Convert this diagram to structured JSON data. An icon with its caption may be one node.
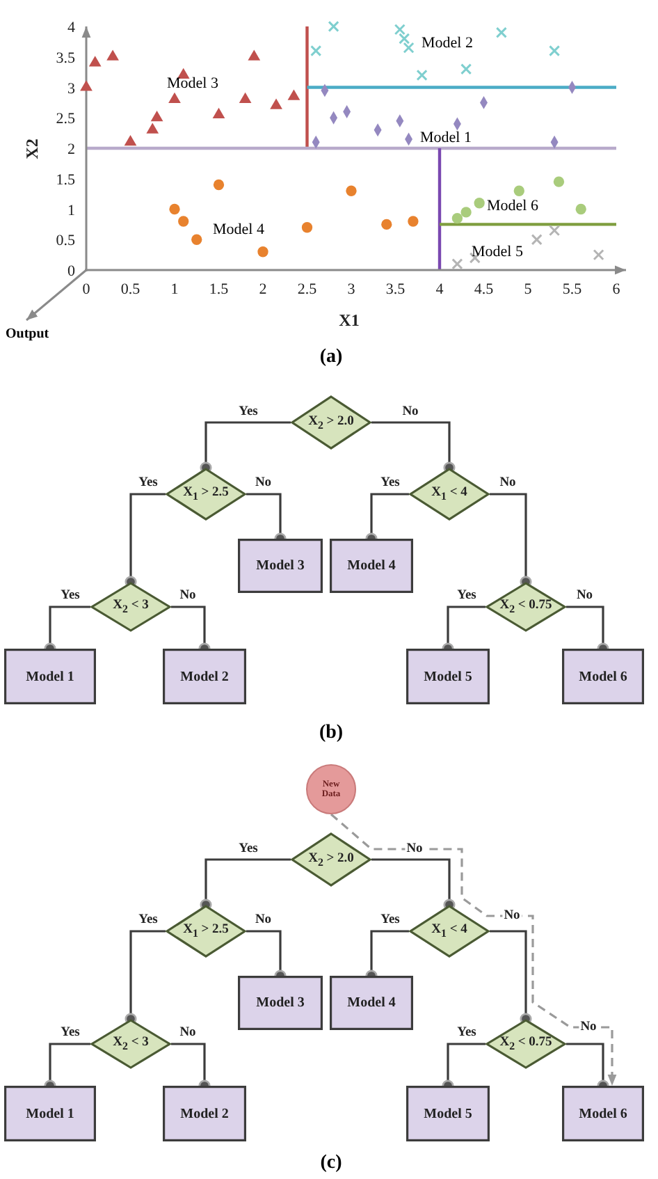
{
  "diagram": {
    "nodes": [
      {
        "text": [
          "X$_{2}$ > 2.0"
        ]
      },
      {
        "text": [
          "X$_{1}$ > 2.5"
        ]
      },
      {
        "text": [
          "X$_{1}$ < 4"
        ]
      },
      {
        "text": [
          "X$_{2}$ < 3"
        ]
      },
      {
        "text": [
          "Model 3"
        ]
      },
      {
        "text": [
          "Model 4"
        ]
      },
      {
        "text": [
          "X$_{2}$ < 0.75"
        ]
      },
      {
        "text": [
          "Model 1"
        ]
      },
      {
        "text": [
          "Model 2"
        ]
      },
      {
        "text": [
          "Model 5"
        ]
      },
      {
        "text": [
          "Model 6"
        ]
      },
      {
        "text": [
          "New Data"
        ]
      },
      {
        "text": [
          "X$_{2}$ > 2.0"
        ]
      },
      {
        "text": [
          "X$_{1}$ > 2.5"
        ]
      },
      {
        "text": [
          "X$_{1}$ < 4"
        ]
      },
      {
        "text": [
          "X$_{2}$ < 3"
        ]
      },
      {
        "text": [
          "Model 3"
        ]
      },
      {
        "text": [
          "Model 4"
        ]
      },
      {
        "text": [
          "X$_{2}$ < 0.75"
        ]
      },
      {
        "text": [
          "Model 1"
        ]
      },
      {
        "text": [
          "Model 2"
        ]
      },
      {
        "text": [
          "Model 5"
        ]
      },
      {
        "text": [
          "Model 6"
        ]
      }
    ],
    "edges": [
      {
        "from": 0,
        "to": 1,
        "arrow": "other",
        "label": "Yes"
      },
      {
        "from": 0,
        "to": 2,
        "arrow": "other",
        "label": "No"
      },
      {
        "from": 1,
        "to": 3,
        "arrow": "other",
        "label": "Yes"
      },
      {
        "from": 1,
        "to": 4,
        "arrow": "other",
        "label": "No"
      },
      {
        "from": 2,
        "to": 5,
        "arrow": "other",
        "label": "Yes"
      },
      {
        "from": 2,
        "to": 6,
        "arrow": "other",
        "label": "No"
      },
      {
        "from": 3,
        "to": 7,
        "arrow": "other",
        "label": "Yes"
      },
      {
        "from": 3,
        "to": 8,
        "arrow": "other",
        "label": "No"
      },
      {
        "from": 6,
        "to": 9,
        "arrow": "other",
        "label": "Yes"
      },
      {
        "from": 6,
        "to": 10,
        "arrow": "other",
        "label": "No"
      },
      {
        "from": 12,
        "to": 13,
        "arrow": "other",
        "label": "Yes"
      },
      {
        "from": 12,
        "to": 14,
        "arrow": "other",
        "label": "No"
      },
      {
        "from": 13,
        "to": 15,
        "arrow": "other",
        "label": "Yes"
      },
      {
        "from": 13,
        "to": 16,
        "arrow": "other",
        "label": "No"
      },
      {
        "from": 14,
        "to": 17,
        "arrow": "other",
        "label": "Yes"
      },
      {
        "from": 14,
        "to": 18,
        "arrow": "other",
        "label": "No"
      },
      {
        "from": 15,
        "to": 19,
        "arrow": "other",
        "label": "Yes"
      },
      {
        "from": 15,
        "to": 20,
        "arrow": "other",
        "label": "No"
      },
      {
        "from": 18,
        "to": 21,
        "arrow": "other",
        "label": "Yes"
      },
      {
        "from": 18,
        "to": 22,
        "arrow": "other",
        "label": "No"
      },
      {
        "from": 11,
        "to": 22,
        "arrow": "to",
        "style": "dashed",
        "color": "#9a9a9a"
      }
    ],
    "labels": [
      "Model 2",
      "Model 3",
      "Model 1",
      "Model 4",
      "Model 6",
      "Model 5",
      "Output",
      "(a)",
      "(b)",
      "(c)"
    ],
    "chart_data": {
      "type": "scatter",
      "xlabel": "X1",
      "ylabel": "X2",
      "xlim": [
        0,
        6
      ],
      "ylim": [
        0,
        4
      ],
      "xticks": [
        0,
        0.5,
        1,
        1.5,
        2,
        2.5,
        3,
        3.5,
        4,
        4.5,
        5,
        5.5,
        6
      ],
      "yticks": [
        0,
        0.5,
        1,
        1.5,
        2,
        2.5,
        3,
        3.5,
        4
      ],
      "ref_lines": [
        {
          "axis": "x",
          "value": 2.5,
          "color": "#c0504d"
        },
        {
          "axis": "y",
          "value": 3,
          "color": "#4bacc6"
        },
        {
          "axis": "y",
          "value": 2,
          "color": "#b8aacb"
        },
        {
          "axis": "x",
          "value": 4,
          "color": "#7a48b0"
        },
        {
          "axis": "y",
          "value": 0.75,
          "color": "#7f9e3f"
        }
      ],
      "series": [
        {
          "color": "#c0504d",
          "x": [
            0,
            0.1,
            0.3,
            0.5,
            0.75,
            0.8,
            1.0,
            1.1,
            1.5,
            1.8,
            1.9,
            2.15,
            2.35
          ],
          "values": [
            3,
            3.4,
            3.5,
            2.1,
            2.3,
            2.5,
            2.8,
            3.2,
            2.55,
            2.8,
            3.5,
            2.7,
            2.85
          ]
        },
        {
          "color": "#7fcfcf",
          "x": [
            2.6,
            2.8,
            3.55,
            3.6,
            3.65,
            3.8,
            4.3,
            4.7,
            5.3
          ],
          "values": [
            3.6,
            4.0,
            3.95,
            3.8,
            3.65,
            3.2,
            3.3,
            3.9,
            3.6
          ]
        },
        {
          "color": "#9488c0",
          "x": [
            2.6,
            2.7,
            2.8,
            2.95,
            3.3,
            3.55,
            3.65,
            4.2,
            4.5,
            5.3,
            5.5
          ],
          "values": [
            2.1,
            2.95,
            2.5,
            2.6,
            2.3,
            2.45,
            2.15,
            2.4,
            2.75,
            2.1,
            3.0
          ]
        },
        {
          "color": "#e8822e",
          "x": [
            1.0,
            1.1,
            1.25,
            1.5,
            2.0,
            2.5,
            3.0,
            3.4,
            3.7
          ],
          "values": [
            1.0,
            0.8,
            0.5,
            1.4,
            0.3,
            0.7,
            1.3,
            0.75,
            0.8
          ]
        },
        {
          "color": "#a9cc7c",
          "x": [
            4.2,
            4.3,
            4.45,
            4.9,
            5.35,
            5.6
          ],
          "values": [
            0.85,
            0.95,
            1.1,
            1.3,
            1.45,
            1.0
          ]
        },
        {
          "color": "#b4b4b4",
          "x": [
            4.2,
            4.4,
            5.1,
            5.3,
            5.8
          ],
          "values": [
            0.1,
            0.2,
            0.5,
            0.65,
            0.25
          ]
        }
      ]
    }
  }
}
